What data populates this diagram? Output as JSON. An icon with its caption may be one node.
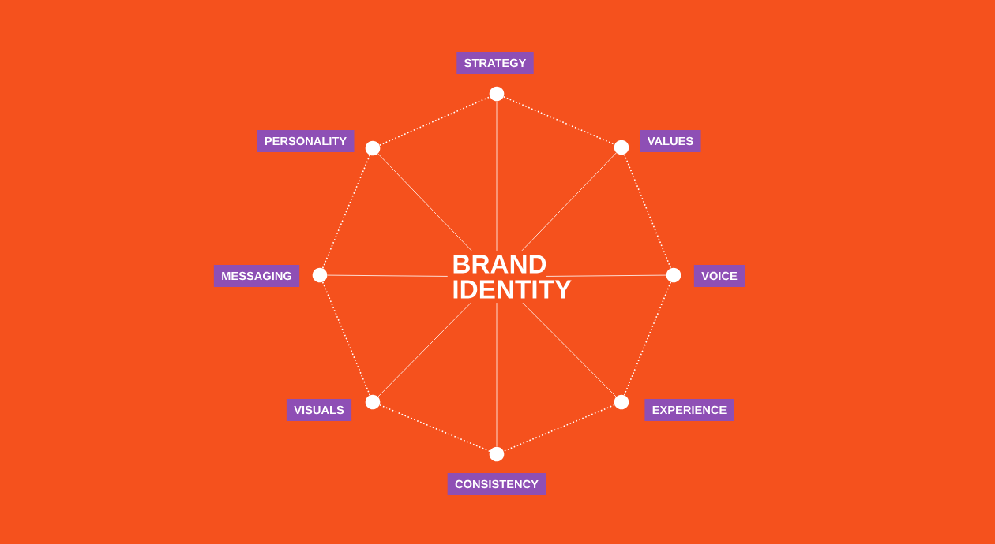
{
  "diagram": {
    "nodes": [
      {
        "text": [
          "BRAND IDENTITY"
        ]
      },
      {
        "text": [],
        "shape": "circle",
        "beside": [
          "STRATEGY"
        ]
      },
      {
        "text": [],
        "shape": "circle",
        "beside": [
          "VALUES"
        ]
      },
      {
        "text": [],
        "shape": "circle",
        "beside": [
          "VOICE"
        ]
      },
      {
        "text": [],
        "shape": "circle",
        "beside": [
          "EXPERIENCE"
        ]
      },
      {
        "text": [],
        "shape": "circle",
        "beside": [
          "CONSISTENCY"
        ]
      },
      {
        "text": [],
        "shape": "circle",
        "beside": [
          "VISUALS"
        ]
      },
      {
        "text": [],
        "shape": "circle",
        "beside": [
          "MESSAGING"
        ]
      },
      {
        "text": [],
        "shape": "circle",
        "beside": [
          "PERSONALITY"
        ]
      }
    ],
    "edges": [
      {
        "from": 0,
        "to": 1,
        "arrow": "none"
      },
      {
        "from": 0,
        "to": 2,
        "arrow": "none"
      },
      {
        "from": 0,
        "to": 3,
        "arrow": "none"
      },
      {
        "from": 0,
        "to": 4,
        "arrow": "none"
      },
      {
        "from": 0,
        "to": 5,
        "arrow": "none"
      },
      {
        "from": 0,
        "to": 6,
        "arrow": "none"
      },
      {
        "from": 0,
        "to": 7,
        "arrow": "none"
      },
      {
        "from": 0,
        "to": 8,
        "arrow": "none"
      },
      {
        "from": 1,
        "to": 2,
        "arrow": "none",
        "style": "dashed"
      },
      {
        "from": 2,
        "to": 3,
        "arrow": "none",
        "style": "dashed"
      },
      {
        "from": 3,
        "to": 4,
        "arrow": "none",
        "style": "dashed"
      },
      {
        "from": 4,
        "to": 5,
        "arrow": "none",
        "style": "dashed"
      },
      {
        "from": 5,
        "to": 6,
        "arrow": "none",
        "style": "dashed"
      },
      {
        "from": 6,
        "to": 7,
        "arrow": "none",
        "style": "dashed"
      },
      {
        "from": 7,
        "to": 8,
        "arrow": "none",
        "style": "dashed"
      },
      {
        "from": 8,
        "to": 1,
        "arrow": "none",
        "style": "dashed"
      }
    ]
  }
}
